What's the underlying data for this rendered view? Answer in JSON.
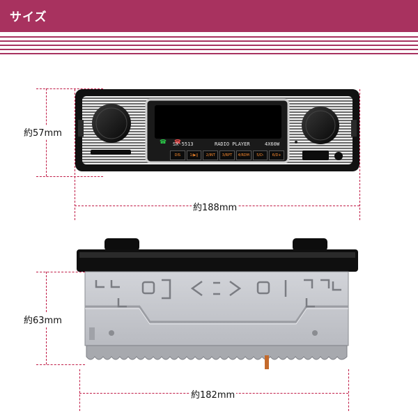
{
  "header": {
    "title": "サイズ",
    "bg_color": "#a8325f"
  },
  "front_view": {
    "model_text": "SX-5513",
    "radio_player_text": "RADIO PLAYER",
    "power_text": "4X60W",
    "buttons": [
      "DIS",
      "1/▶||",
      "2/INT",
      "3/RPT",
      "4/RDM",
      "5/D-",
      "6/D+"
    ],
    "height_label": "約57mm",
    "width_label": "約188mm"
  },
  "side_view": {
    "height_label": "約63mm",
    "width_label": "約182mm"
  },
  "colors": {
    "accent": "#c01a45",
    "chassis": "#c4c6cc",
    "body": "#111111"
  }
}
